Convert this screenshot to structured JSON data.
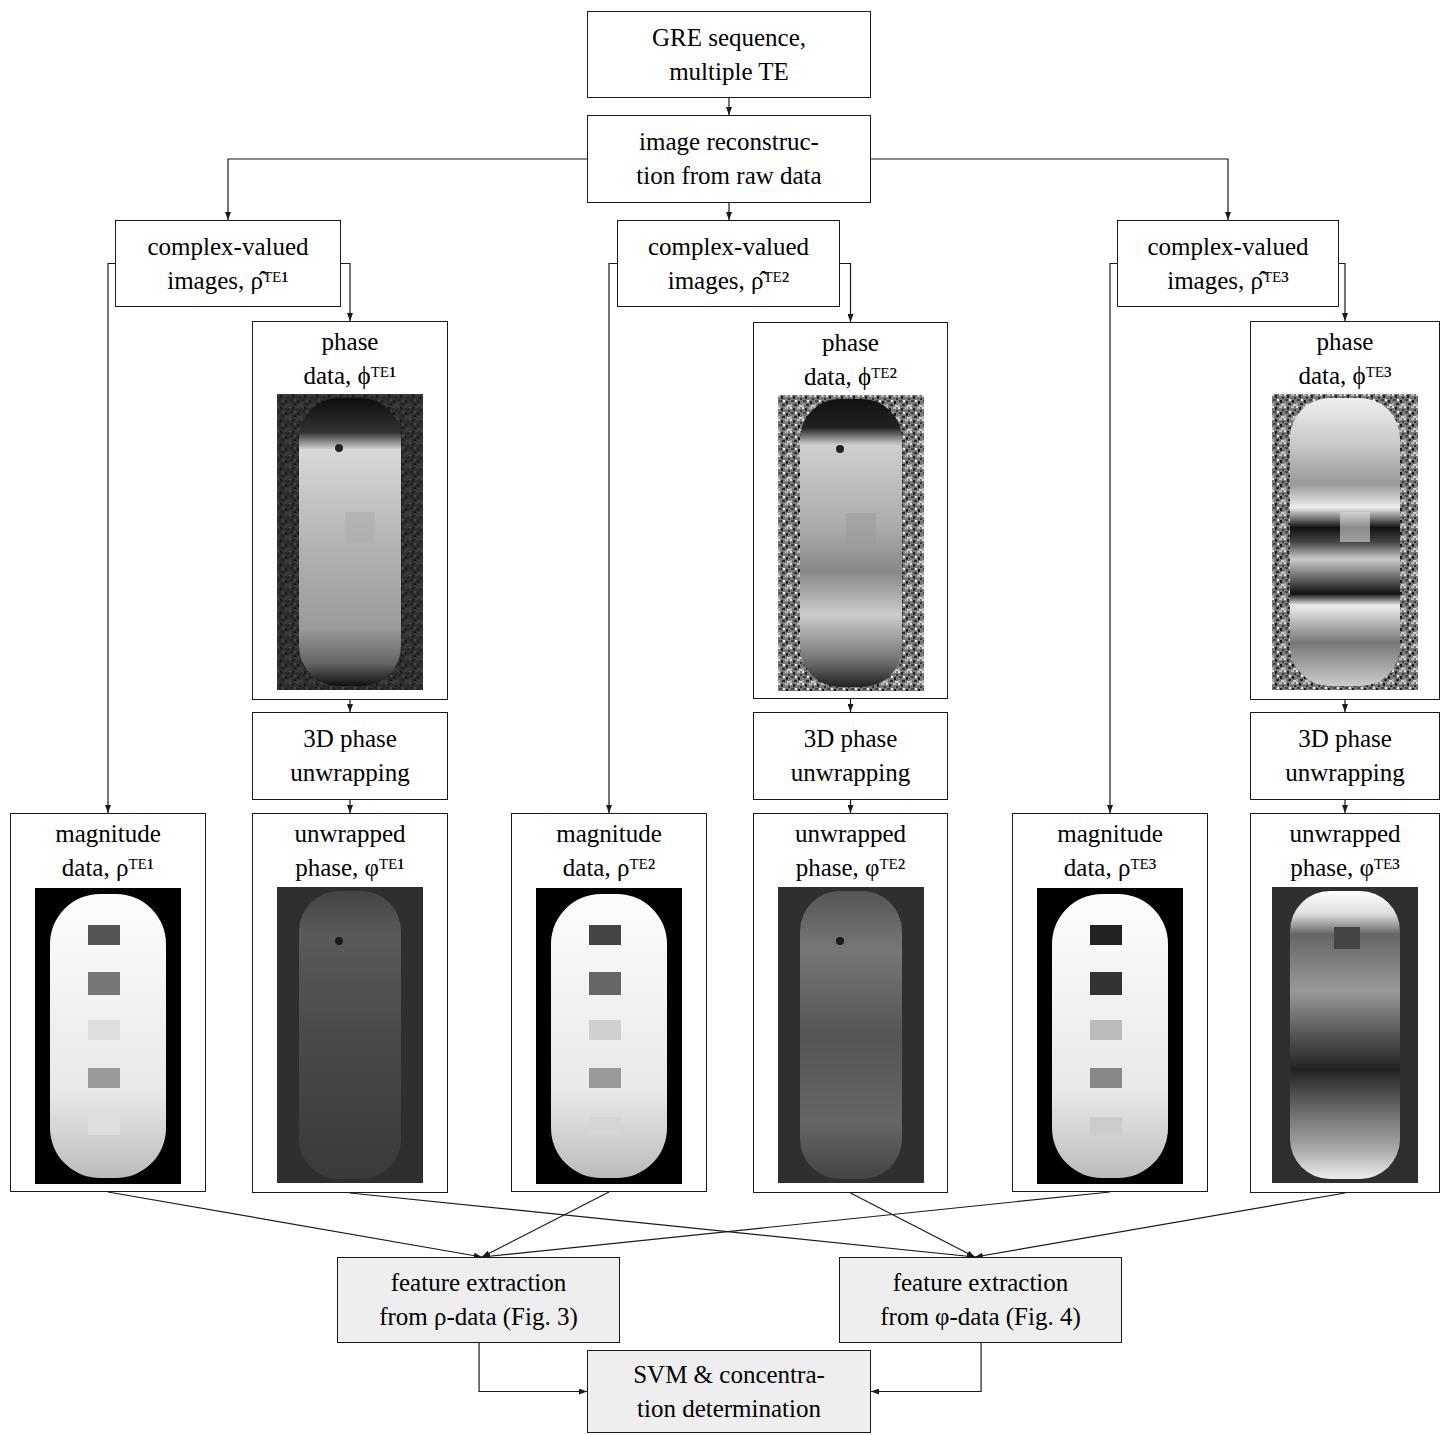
{
  "diagram": {
    "nodes": [
      {
        "text": [
          "GRE sequence, multiple TE"
        ]
      },
      {
        "text": [
          "image reconstruc- tion from raw data"
        ]
      },
      {
        "text": [
          "complex-valued images, ρ̂ᵀᴱ¹"
        ]
      },
      {
        "text": [
          "phase data, ϕᵀᴱ¹"
        ]
      },
      {
        "text": [
          "3D phase unwrapping"
        ]
      },
      {
        "text": [
          "magnitude data, ρᵀᴱ¹"
        ]
      },
      {
        "text": [
          "unwrapped phase, φᵀᴱ¹"
        ]
      },
      {
        "text": [
          "complex-valued images, ρ̂ᵀᴱ²"
        ]
      },
      {
        "text": [
          "phase data, ϕᵀᴱ²"
        ]
      },
      {
        "text": [
          "3D phase unwrapping"
        ]
      },
      {
        "text": [
          "magnitude data, ρᵀᴱ²"
        ]
      },
      {
        "text": [
          "unwrapped phase, φᵀᴱ²"
        ]
      },
      {
        "text": [
          "complex-valued images, ρ̂ᵀᴱ³"
        ]
      },
      {
        "text": [
          "phase data, ϕᵀᴱ³"
        ]
      },
      {
        "text": [
          "3D phase unwrapping"
        ]
      },
      {
        "text": [
          "magnitude data, ρᵀᴱ³"
        ]
      },
      {
        "text": [
          "unwrapped phase, φᵀᴱ³"
        ]
      },
      {
        "text": [
          "feature extraction from ρ-data (Fig. 3)"
        ]
      },
      {
        "text": [
          "feature extraction from φ-data (Fig. 4)"
        ]
      },
      {
        "text": [
          "SVM & concentra- tion determination"
        ]
      }
    ],
    "edges": [
      {
        "from": 0,
        "to": 1,
        "arrow": "to"
      },
      {
        "from": 1,
        "to": 2,
        "arrow": "to"
      },
      {
        "from": 1,
        "to": 7,
        "arrow": "to"
      },
      {
        "from": 1,
        "to": 12,
        "arrow": "to"
      },
      {
        "from": 2,
        "to": 5,
        "arrow": "to"
      },
      {
        "from": 2,
        "to": 3,
        "arrow": "to"
      },
      {
        "from": 3,
        "to": 4,
        "arrow": "to"
      },
      {
        "from": 4,
        "to": 6,
        "arrow": "to"
      },
      {
        "from": 7,
        "to": 10,
        "arrow": "to"
      },
      {
        "from": 7,
        "to": 8,
        "arrow": "to"
      },
      {
        "from": 8,
        "to": 9,
        "arrow": "to"
      },
      {
        "from": 9,
        "to": 11,
        "arrow": "to"
      },
      {
        "from": 12,
        "to": 15,
        "arrow": "to"
      },
      {
        "from": 12,
        "to": 13,
        "arrow": "to"
      },
      {
        "from": 13,
        "to": 14,
        "arrow": "to"
      },
      {
        "from": 14,
        "to": 16,
        "arrow": "to"
      },
      {
        "from": 5,
        "to": 17,
        "arrow": "to"
      },
      {
        "from": 10,
        "to": 17,
        "arrow": "to"
      },
      {
        "from": 15,
        "to": 17,
        "arrow": "to"
      },
      {
        "from": 6,
        "to": 18,
        "arrow": "to"
      },
      {
        "from": 11,
        "to": 18,
        "arrow": "to"
      },
      {
        "from": 16,
        "to": 18,
        "arrow": "to"
      },
      {
        "from": 17,
        "to": 19,
        "arrow": "to"
      },
      {
        "from": 18,
        "to": 19,
        "arrow": "to"
      }
    ]
  }
}
